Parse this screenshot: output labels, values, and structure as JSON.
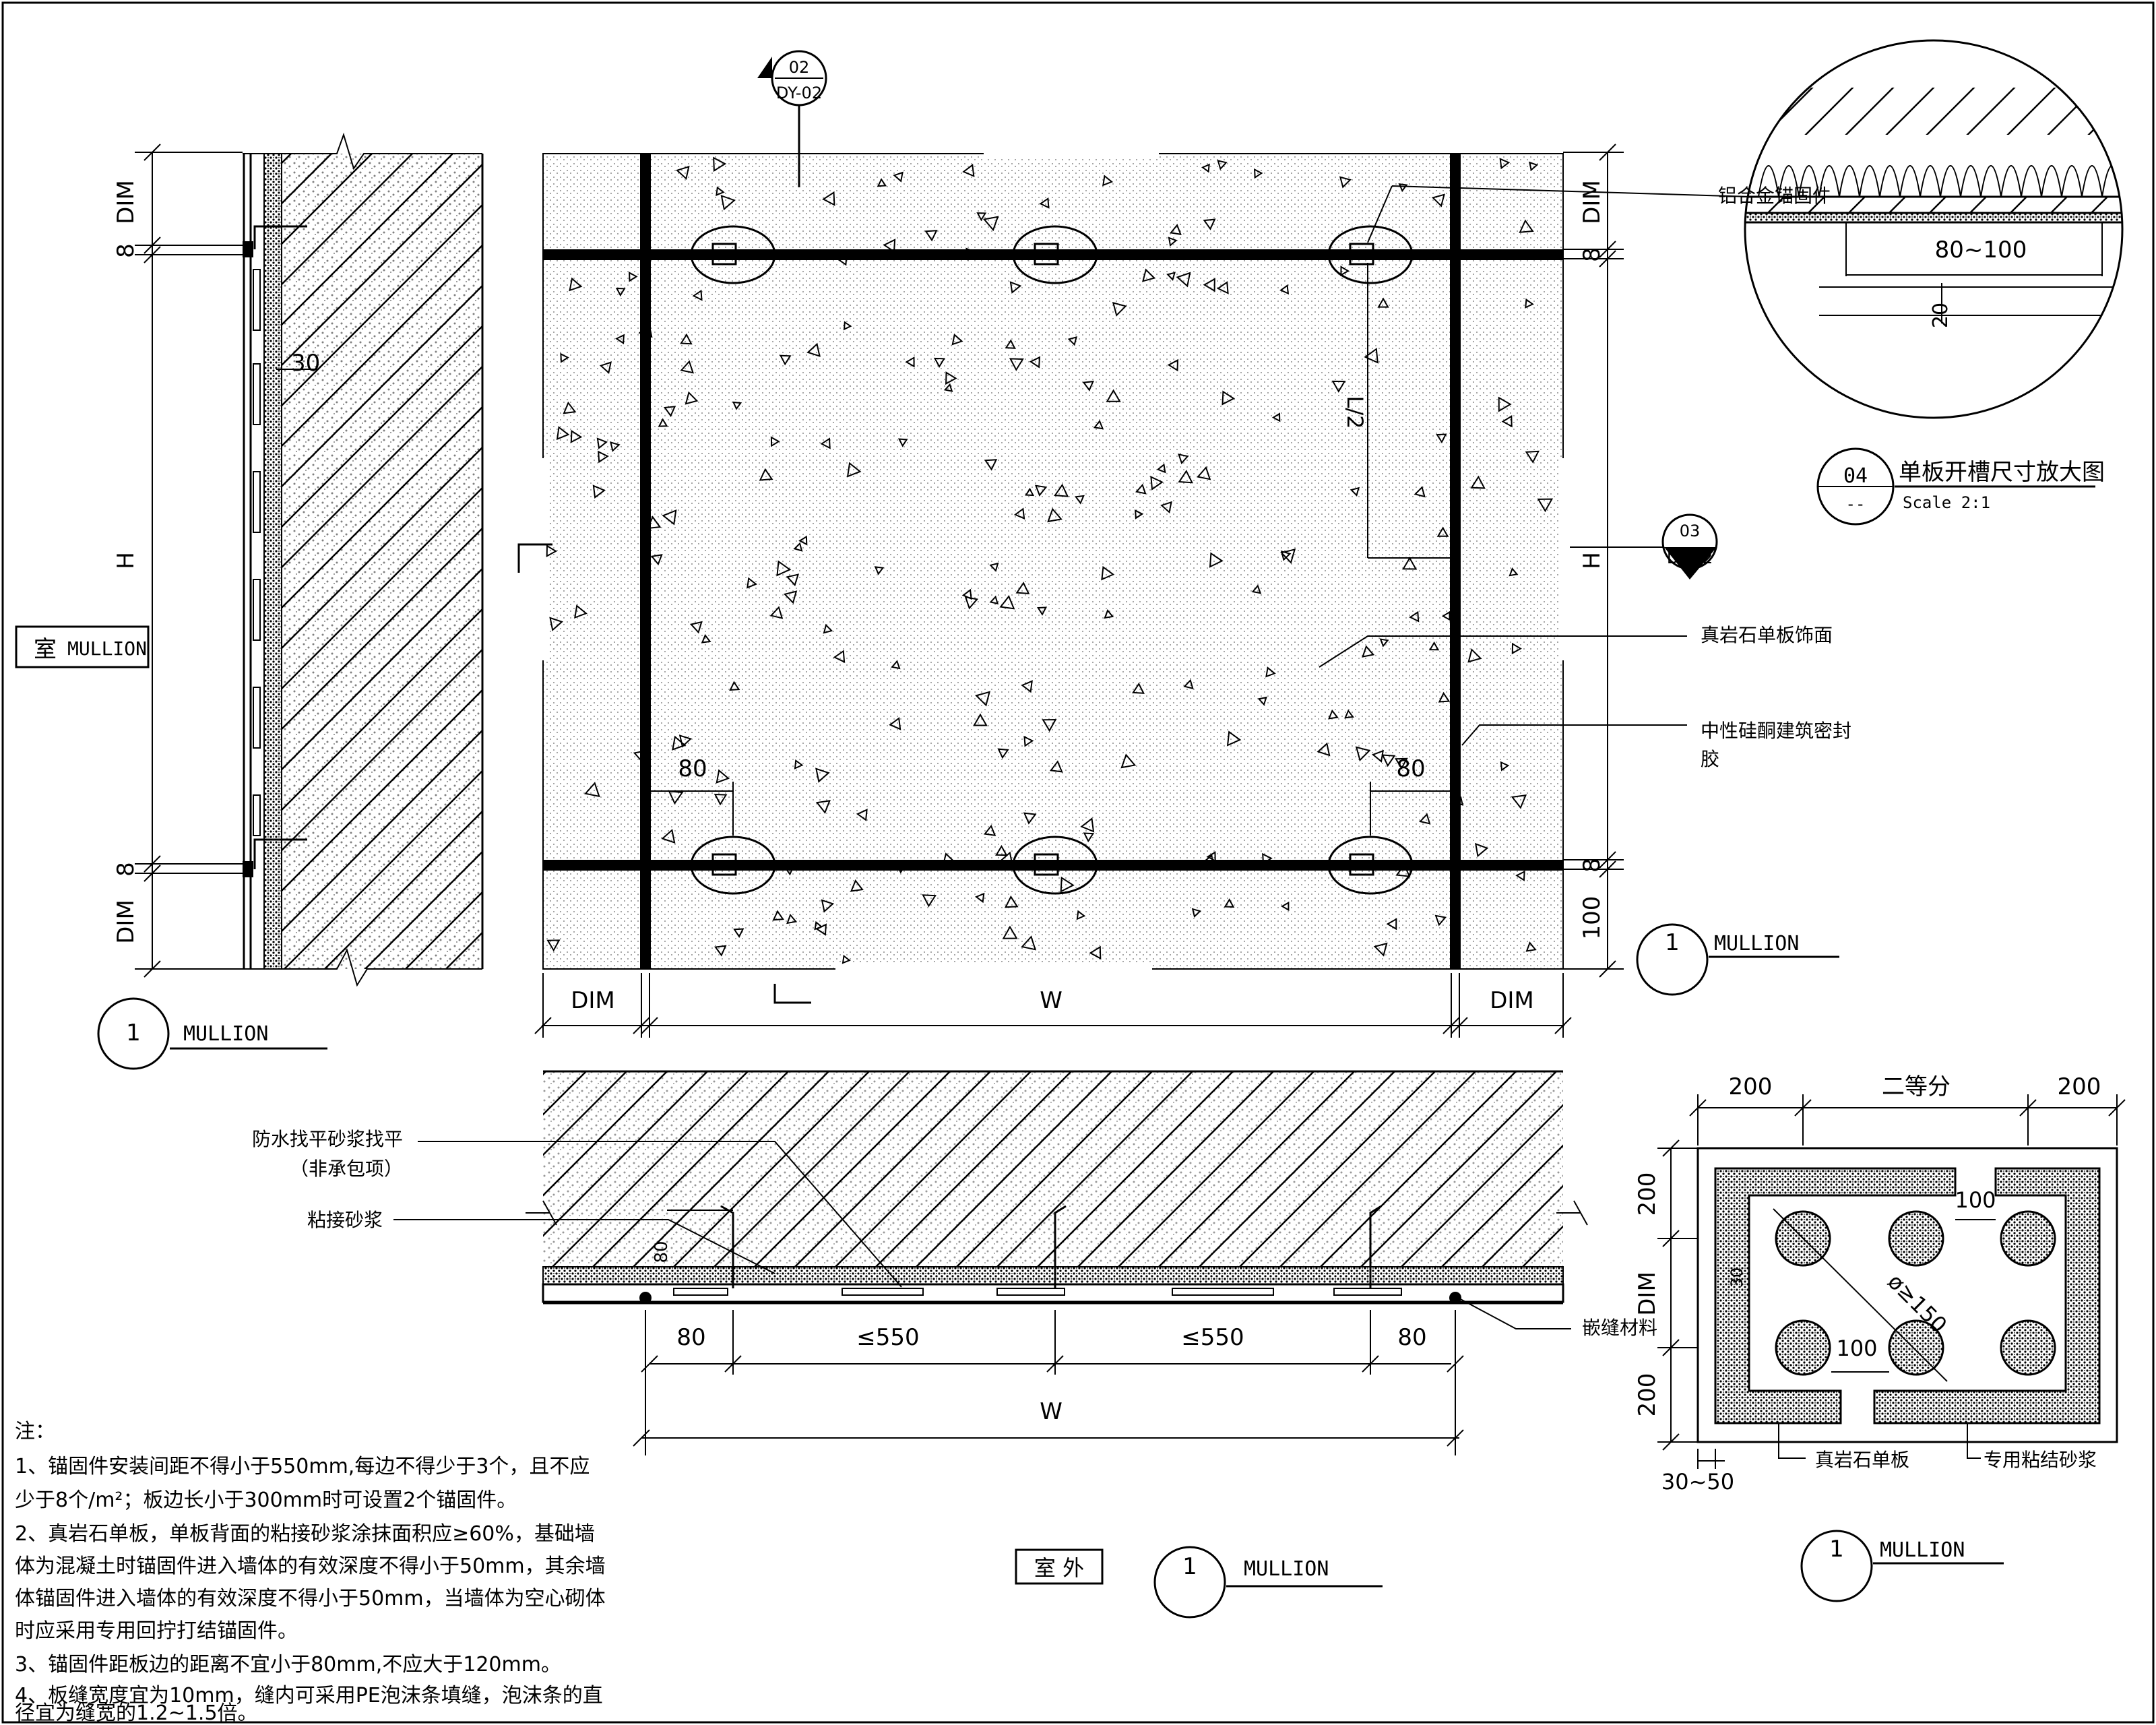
{
  "left_section": {
    "dims": [
      "DIM",
      "8",
      "30",
      "H",
      "8",
      "DIM"
    ],
    "room_label": "室",
    "room_sub": "MULLION",
    "callout_num": "1",
    "callout_text": "MULLION"
  },
  "elevation": {
    "section_marker_top": {
      "num": "02",
      "sheet": "DY-02"
    },
    "section_marker_right": {
      "num": "03",
      "sheet": "DY-02"
    },
    "label_anchor": "铝合金锚固件",
    "label_stone": "真岩石单板饰面",
    "label_sealant_1": "中性硅酮建筑密封",
    "label_sealant_2": "胶",
    "dim_half": "L/2",
    "dim_80_left": "80",
    "dim_80_right": "80",
    "right_dims": [
      "DIM",
      "8",
      "H",
      "8",
      "100"
    ],
    "bottom_dims": [
      "DIM",
      "W",
      "DIM"
    ],
    "callout_num": "1",
    "callout_text": "MULLION"
  },
  "detail04": {
    "dim_width": "80~100",
    "dim_depth": "20",
    "num": "04",
    "sub": "--",
    "title": "单板开槽尺寸放大图",
    "scale": "Scale  2:1"
  },
  "plan": {
    "label_waterproof_1": "防水找平砂浆找平",
    "label_waterproof_2": "（非承包项）",
    "label_mortar": "粘接砂浆",
    "label_joint": "嵌缝材料",
    "dim_80_small": "80",
    "dims_row1": [
      "80",
      "≤550",
      "≤550",
      "80"
    ],
    "dim_total": "W",
    "outdoor_label": "室 外",
    "callout_num": "1",
    "callout_text": "MULLION"
  },
  "back_detail": {
    "top_dims": [
      "200",
      "二等分",
      "200"
    ],
    "left_dims": [
      "200",
      "DIM",
      "200"
    ],
    "dim_100_top": "100",
    "dim_100_mid": "100",
    "dim_dia": "ø≥150",
    "dim_30": "30",
    "dim_bottom": "30~50",
    "label_stone": "真岩石单板",
    "label_mortar": "专用粘结砂浆",
    "callout_num": "1",
    "callout_text": "MULLION"
  },
  "notes": {
    "title": "注：",
    "lines": [
      "1、锚固件安装间距不得小于550mm,每边不得少于3个，且不应",
      "少于8个/m²；板边长小于300mm时可设置2个锚固件。",
      "2、真岩石单板，单板背面的粘接砂浆涂抹面积应≥60%，基础墙",
      "体为混凝土时锚固件进入墙体的有效深度不得小于50mm，其余墙",
      "体锚固件进入墙体的有效深度不得小于50mm，当墙体为空心砌体",
      "时应采用专用回拧打结锚固件。",
      "3、锚固件距板边的距离不宜小于80mm,不应大于120mm。",
      "4、板缝宽度宜为10mm，缝内可采用PE泡沫条填缝，泡沫条的直",
      "径宜为缝宽的1.2~1.5倍。"
    ]
  }
}
